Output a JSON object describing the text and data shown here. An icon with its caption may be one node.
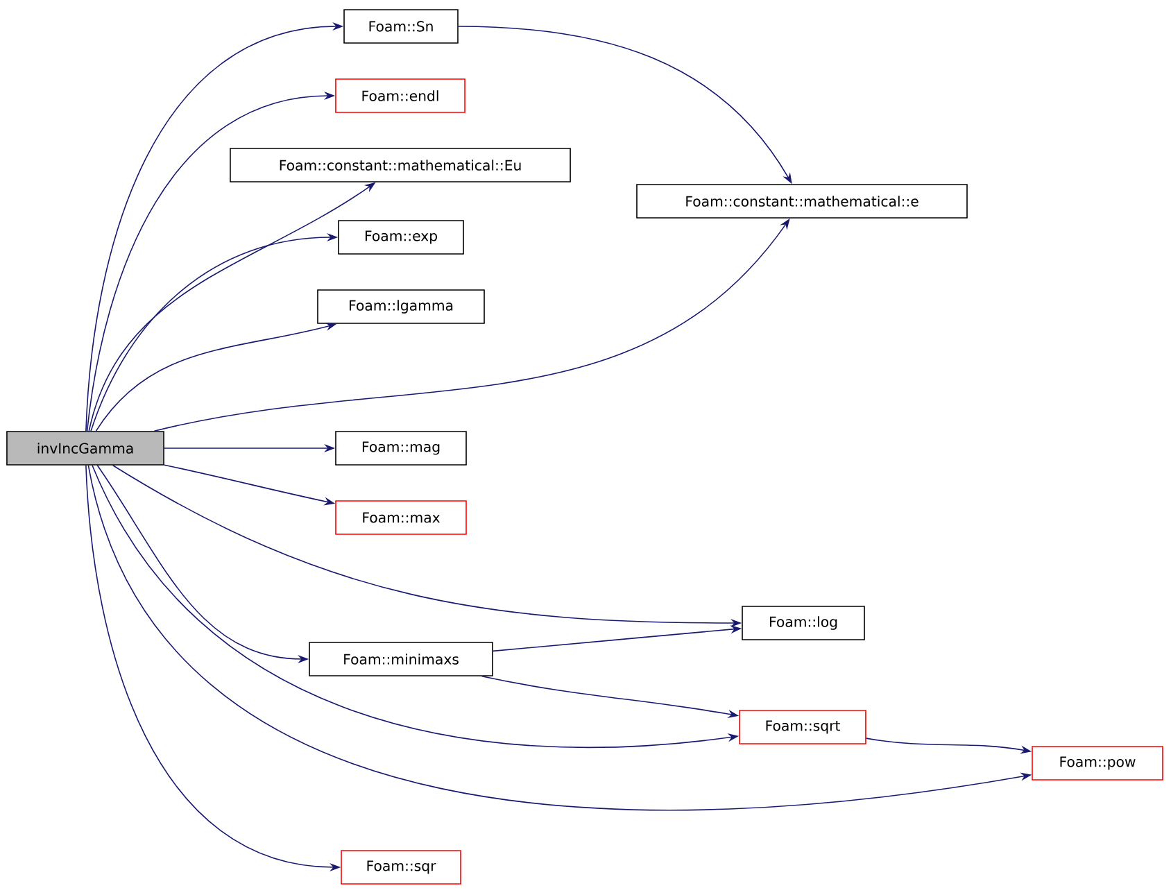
{
  "diagram": {
    "nodes": [
      {
        "text": [
          "invIncGamma"
        ]
      },
      {
        "text": [
          "Foam::Sn"
        ]
      },
      {
        "text": [
          "Foam::endl"
        ]
      },
      {
        "text": [
          "Foam::constant::mathematical::Eu"
        ]
      },
      {
        "text": [
          "Foam::exp"
        ]
      },
      {
        "text": [
          "Foam::lgamma"
        ]
      },
      {
        "text": [
          "Foam::constant::mathematical::e"
        ]
      },
      {
        "text": [
          "Foam::mag"
        ]
      },
      {
        "text": [
          "Foam::max"
        ]
      },
      {
        "text": [
          "Foam::minimaxs"
        ]
      },
      {
        "text": [
          "Foam::log"
        ]
      },
      {
        "text": [
          "Foam::sqrt"
        ]
      },
      {
        "text": [
          "Foam::pow"
        ]
      },
      {
        "text": [
          "Foam::sqr"
        ]
      }
    ],
    "edges": [
      {
        "from": 0,
        "to": 1,
        "arrow": "to"
      },
      {
        "from": 0,
        "to": 2,
        "arrow": "to"
      },
      {
        "from": 0,
        "to": 3,
        "arrow": "to"
      },
      {
        "from": 0,
        "to": 4,
        "arrow": "to"
      },
      {
        "from": 0,
        "to": 5,
        "arrow": "to"
      },
      {
        "from": 0,
        "to": 6,
        "arrow": "to"
      },
      {
        "from": 0,
        "to": 7,
        "arrow": "to"
      },
      {
        "from": 0,
        "to": 8,
        "arrow": "to"
      },
      {
        "from": 0,
        "to": 10,
        "arrow": "to"
      },
      {
        "from": 0,
        "to": 9,
        "arrow": "to"
      },
      {
        "from": 0,
        "to": 11,
        "arrow": "to"
      },
      {
        "from": 0,
        "to": 12,
        "arrow": "to"
      },
      {
        "from": 0,
        "to": 13,
        "arrow": "to"
      },
      {
        "from": 1,
        "to": 6,
        "arrow": "to"
      },
      {
        "from": 9,
        "to": 10,
        "arrow": "to"
      },
      {
        "from": 9,
        "to": 11,
        "arrow": "to"
      },
      {
        "from": 11,
        "to": 12,
        "arrow": "to"
      }
    ]
  }
}
